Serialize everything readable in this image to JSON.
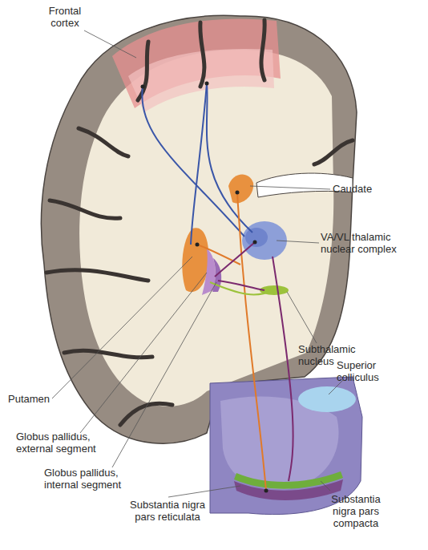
{
  "diagram": {
    "labels": [
      "Frontal cortex",
      "Caudate",
      "VA/VL thalamic nuclear complex",
      "Subthalamic nucleus",
      "Putamen",
      "Globus pallidus, external segment",
      "Globus pallidus, internal segment",
      "Superior colliculus",
      "Substantia nigra pars reticulata",
      "Substantia nigra pars compacta"
    ]
  }
}
